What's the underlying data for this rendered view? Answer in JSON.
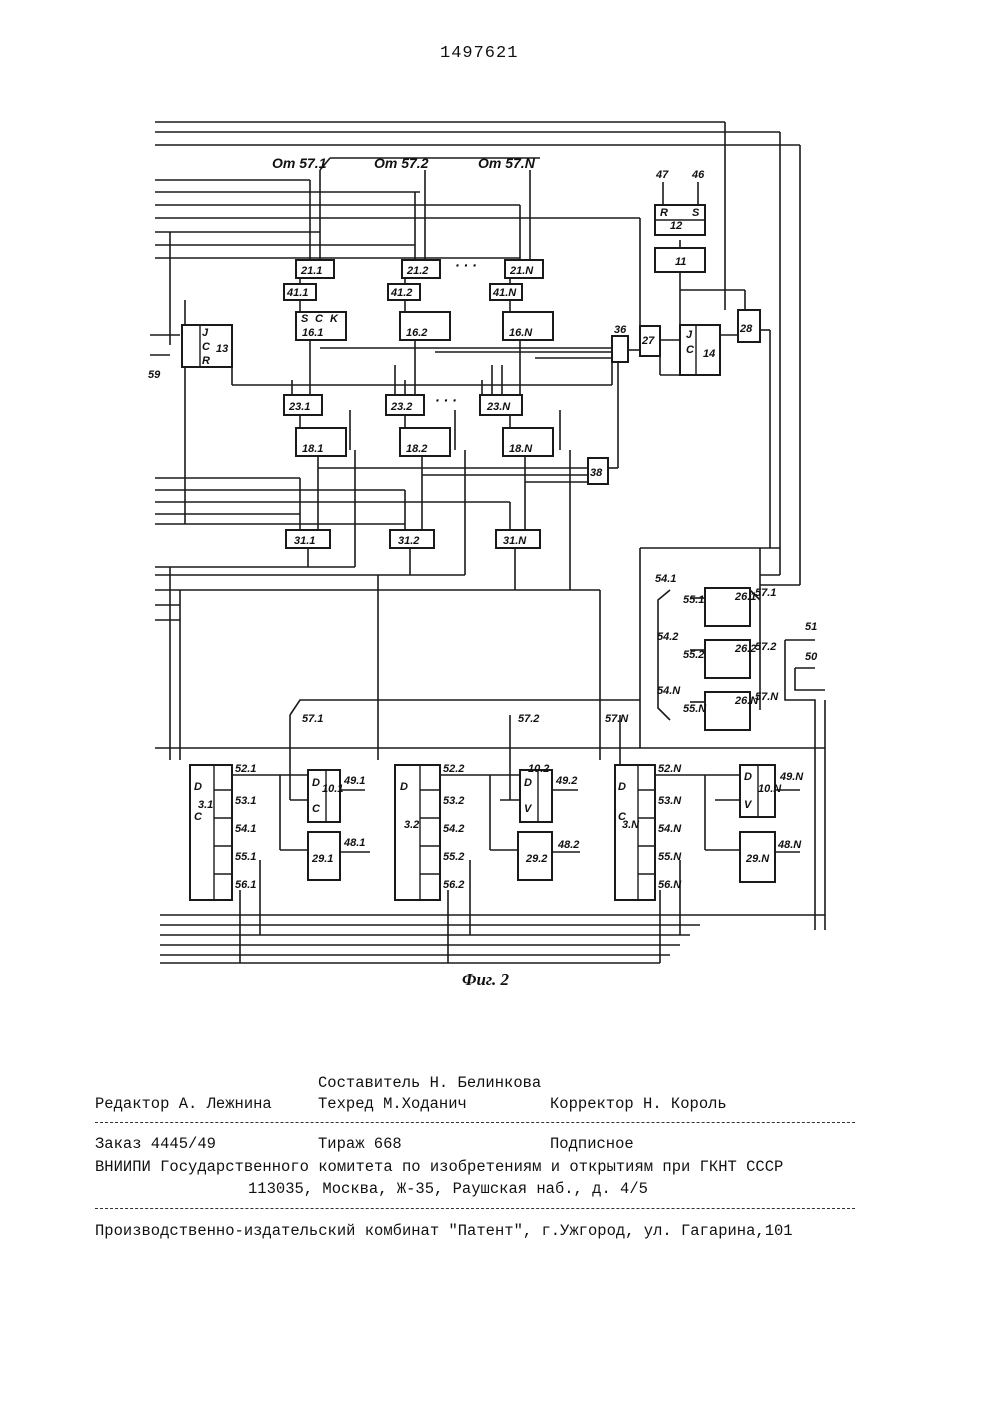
{
  "page_number": "1497621",
  "figure": {
    "caption": "Фиг. 2",
    "inputs_top": [
      "От 57.1",
      "От 57.2",
      "От 57.N"
    ],
    "triggers_top": [
      "47",
      "46"
    ],
    "blocks": {
      "b21": [
        "21.1",
        "21.2",
        "21.N"
      ],
      "b41": [
        "41.1",
        "41.2",
        "41.N"
      ],
      "b16": [
        "16.1",
        "16.2",
        "16.N"
      ],
      "b23": [
        "23.1",
        "23.2",
        "23.N"
      ],
      "b18": [
        "18.1",
        "18.2",
        "18.N"
      ],
      "b31": [
        "31.1",
        "31.2",
        "31.N"
      ],
      "misc": [
        "12",
        "11",
        "13",
        "14",
        "27",
        "28",
        "36",
        "38",
        "59"
      ],
      "b26": [
        "26.1",
        "26.2",
        "26.N"
      ],
      "b54": [
        "54.1",
        "54.2",
        "54.N"
      ],
      "b55": [
        "55.1",
        "55.2",
        "55.N"
      ],
      "b57": [
        "57.1",
        "57.2",
        "57.N"
      ],
      "outputs": [
        "51",
        "50"
      ],
      "registers": [
        "3.1",
        "3.2",
        "3.N"
      ],
      "reg_outputs": [
        [
          "52.1",
          "53.1",
          "54.1",
          "55.1",
          "56.1"
        ],
        [
          "52.2",
          "53.2",
          "54.2",
          "55.2",
          "56.2"
        ],
        [
          "52.N",
          "53.N",
          "54.N",
          "55.N",
          "56.N"
        ]
      ],
      "b10": [
        "10.1",
        "10.2",
        "10.N"
      ],
      "b49": [
        "49.1",
        "49.2",
        "49.N"
      ],
      "b29": [
        "29.1",
        "29.2",
        "29.N"
      ],
      "b48": [
        "48.1",
        "48.2",
        "48.N"
      ]
    },
    "pins": [
      "S",
      "C",
      "K",
      "J",
      "R",
      "D",
      "V"
    ]
  },
  "imprint": {
    "compiler": "Составитель Н. Белинкова",
    "editor": "Редактор А. Лежнина",
    "techred": "Техред М.Ходанич",
    "corrector": "Корректор Н. Король",
    "order": "Заказ 4445/49",
    "circulation": "Тираж 668",
    "subscription": "Подписное",
    "org": "ВНИИПИ Государственного комитета по изобретениям и открытиям при ГКНТ СССР",
    "address": "113035, Москва, Ж-35, Раушская наб., д. 4/5",
    "plant": "Производственно-издательский комбинат \"Патент\", г.Ужгород, ул. Гагарина,101"
  }
}
